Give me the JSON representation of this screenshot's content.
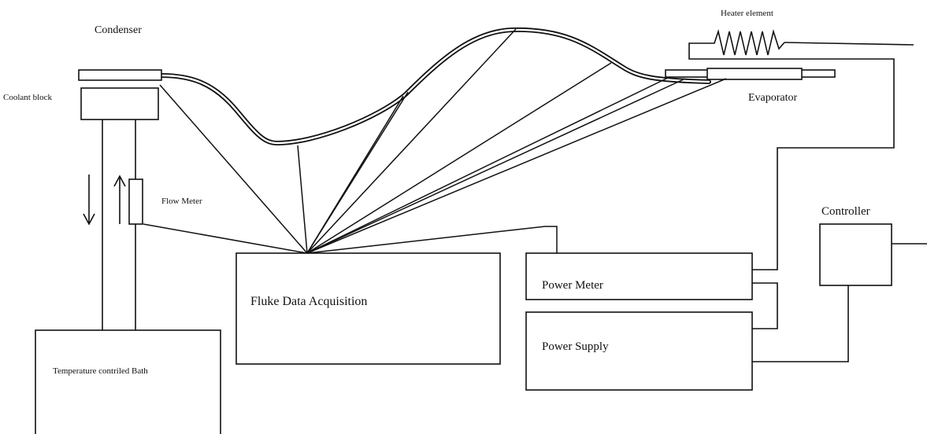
{
  "labels": {
    "condenser": "Condenser",
    "coolant_block": "Coolant block",
    "flow_meter": "Flow Meter",
    "heater_element": "Heater element",
    "evaporator": "Evaporator",
    "controller": "Controller",
    "fluke": "Fluke Data Acquisition",
    "power_meter": "Power Meter",
    "power_supply": "Power Supply",
    "bath": "Temperature contriled Bath"
  },
  "colors": {
    "ink": "#111111",
    "background": "#ffffff"
  }
}
